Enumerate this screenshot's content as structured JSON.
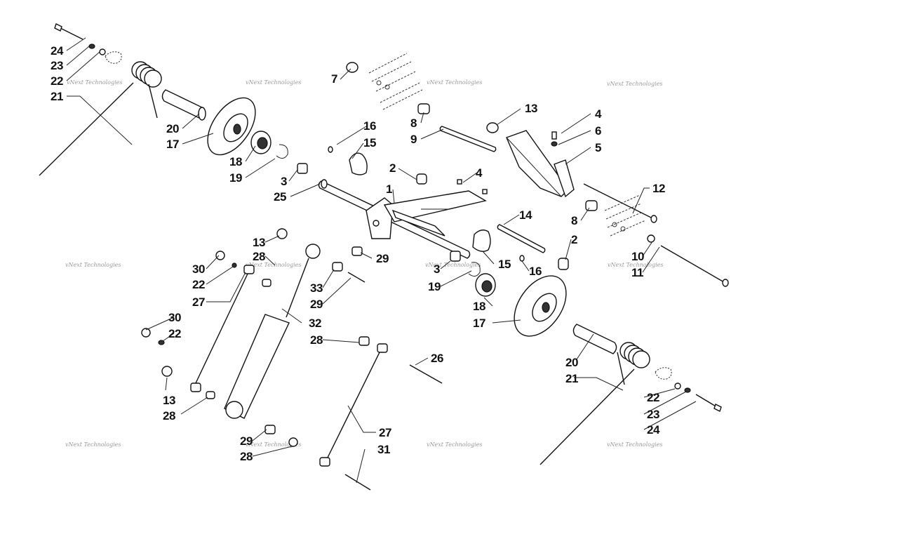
{
  "watermark": {
    "text": "vNext Technologies"
  },
  "callouts": [
    {
      "id": "c1",
      "text": "24"
    },
    {
      "id": "c2",
      "text": "23"
    },
    {
      "id": "c3",
      "text": "22"
    },
    {
      "id": "c4",
      "text": "21"
    },
    {
      "id": "c5",
      "text": "20"
    },
    {
      "id": "c6",
      "text": "17"
    },
    {
      "id": "c7",
      "text": "18"
    },
    {
      "id": "c8",
      "text": "19"
    },
    {
      "id": "c9",
      "text": "3"
    },
    {
      "id": "c10",
      "text": "25"
    },
    {
      "id": "c11",
      "text": "16"
    },
    {
      "id": "c12",
      "text": "15"
    },
    {
      "id": "c13",
      "text": "2"
    },
    {
      "id": "c14",
      "text": "1"
    },
    {
      "id": "c15",
      "text": "7"
    },
    {
      "id": "c16",
      "text": "8"
    },
    {
      "id": "c17",
      "text": "9"
    },
    {
      "id": "c18",
      "text": "13"
    },
    {
      "id": "c19",
      "text": "4"
    },
    {
      "id": "c20",
      "text": "6"
    },
    {
      "id": "c21",
      "text": "5"
    },
    {
      "id": "c22",
      "text": "4"
    },
    {
      "id": "c23",
      "text": "12"
    },
    {
      "id": "c24",
      "text": "14"
    },
    {
      "id": "c25",
      "text": "8"
    },
    {
      "id": "c26",
      "text": "2"
    },
    {
      "id": "c27",
      "text": "10"
    },
    {
      "id": "c28",
      "text": "11"
    },
    {
      "id": "c29",
      "text": "13"
    },
    {
      "id": "c30",
      "text": "28"
    },
    {
      "id": "c31",
      "text": "30"
    },
    {
      "id": "c32",
      "text": "22"
    },
    {
      "id": "c33",
      "text": "27"
    },
    {
      "id": "c34",
      "text": "29"
    },
    {
      "id": "c35",
      "text": "33"
    },
    {
      "id": "c36",
      "text": "29"
    },
    {
      "id": "c37",
      "text": "15"
    },
    {
      "id": "c38",
      "text": "3"
    },
    {
      "id": "c39",
      "text": "16"
    },
    {
      "id": "c40",
      "text": "19"
    },
    {
      "id": "c41",
      "text": "18"
    },
    {
      "id": "c42",
      "text": "17"
    },
    {
      "id": "c43",
      "text": "32"
    },
    {
      "id": "c44",
      "text": "30"
    },
    {
      "id": "c45",
      "text": "22"
    },
    {
      "id": "c46",
      "text": "28"
    },
    {
      "id": "c47",
      "text": "26"
    },
    {
      "id": "c48",
      "text": "13"
    },
    {
      "id": "c49",
      "text": "28"
    },
    {
      "id": "c50",
      "text": "20"
    },
    {
      "id": "c51",
      "text": "21"
    },
    {
      "id": "c52",
      "text": "22"
    },
    {
      "id": "c53",
      "text": "23"
    },
    {
      "id": "c54",
      "text": "24"
    },
    {
      "id": "c55",
      "text": "27"
    },
    {
      "id": "c56",
      "text": "29"
    },
    {
      "id": "c57",
      "text": "28"
    },
    {
      "id": "c58",
      "text": "31"
    }
  ]
}
